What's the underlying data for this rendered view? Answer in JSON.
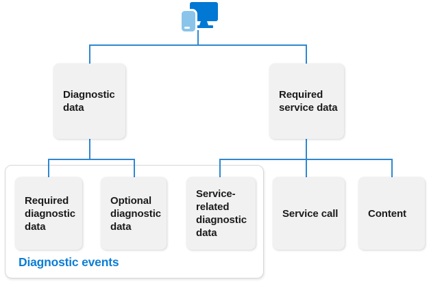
{
  "diagram": {
    "title_hint": "data-collection hierarchy",
    "root_icon": "devices-icon",
    "nodes": {
      "diagnostic_data": {
        "label": "Diagnostic data"
      },
      "required_service_data": {
        "label": "Required service data"
      },
      "required_diagnostic_data": {
        "label": "Required diagnostic data"
      },
      "optional_diagnostic_data": {
        "label": "Optional diagnostic data"
      },
      "service_related_diagnostic_data": {
        "label": "Service-related diagnostic data"
      },
      "service_call": {
        "label": "Service call"
      },
      "content": {
        "label": "Content"
      }
    },
    "group": {
      "label": "Diagnostic events"
    },
    "colors": {
      "connector_line": "#2e87d0",
      "box_background": "#f1f1f1",
      "box_text": "#1a1a1a",
      "group_border": "#d7d7d7",
      "group_label_blue": "#0c7dd6",
      "monitor_blue": "#0078d4",
      "phone_light_blue": "#8ac4ea"
    }
  }
}
